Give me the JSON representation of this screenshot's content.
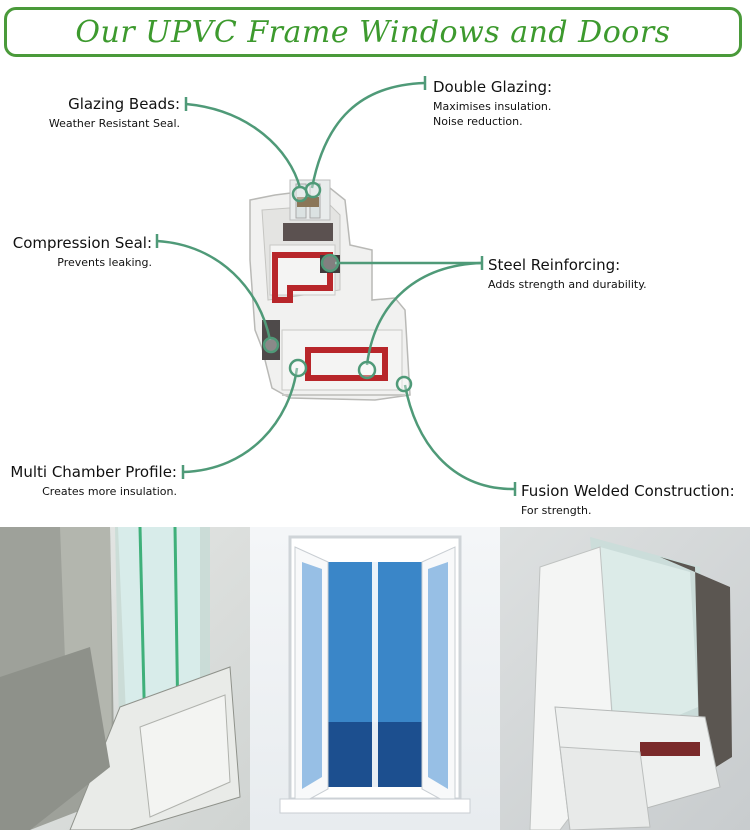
{
  "title": "Our UPVC Frame Windows and Doors",
  "callouts": {
    "glazing_beads": {
      "head": "Glazing Beads:",
      "sub": [
        "Weather Resistant Seal."
      ]
    },
    "double_glazing": {
      "head": "Double Glazing:",
      "sub": [
        "Maximises insulation.",
        "Noise reduction."
      ]
    },
    "compression_seal": {
      "head": "Compression Seal:",
      "sub": [
        "Prevents leaking."
      ]
    },
    "steel_reinforcing": {
      "head": "Steel Reinforcing:",
      "sub": [
        "Adds strength and durability."
      ]
    },
    "multi_chamber": {
      "head": "Multi Chamber Profile:",
      "sub": [
        "Creates more insulation."
      ]
    },
    "fusion_welded": {
      "head": "Fusion Welded Construction:",
      "sub": [
        "For strength."
      ]
    }
  },
  "colors": {
    "title": "#3d9a2e",
    "leader": "#4f9a78",
    "reinforce": "#b8262a"
  }
}
